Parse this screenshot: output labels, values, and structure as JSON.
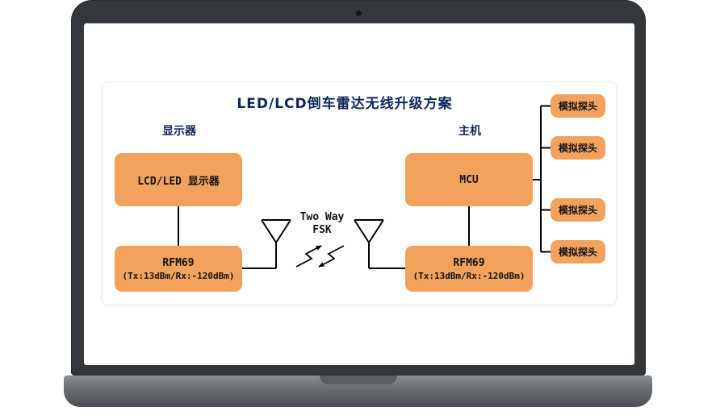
{
  "diagram": {
    "title": "LED/LCD倒车雷达无线升级方案",
    "left_group_label": "显示器",
    "right_group_label": "主机",
    "nodes": {
      "display": "LCD/LED 显示器",
      "mcu": "MCU",
      "rfm_left": {
        "line1": "RFM69",
        "line2": "(Tx:13dBm/Rx:-120dBm)"
      },
      "rfm_right": {
        "line1": "RFM69",
        "line2": "(Tx:13dBm/Rx:-120dBm)"
      },
      "probes": [
        "模拟探头",
        "模拟探头",
        "模拟探头",
        "模拟探头"
      ]
    },
    "link_label": {
      "line1": "Two Way",
      "line2": "FSK"
    },
    "colors": {
      "node_fill": "#F2A25C",
      "title_text": "#12265A",
      "node_text": "#141414",
      "connector": "#000000",
      "laptop_shell": "#34383D",
      "laptop_base": "#6D7277"
    }
  }
}
